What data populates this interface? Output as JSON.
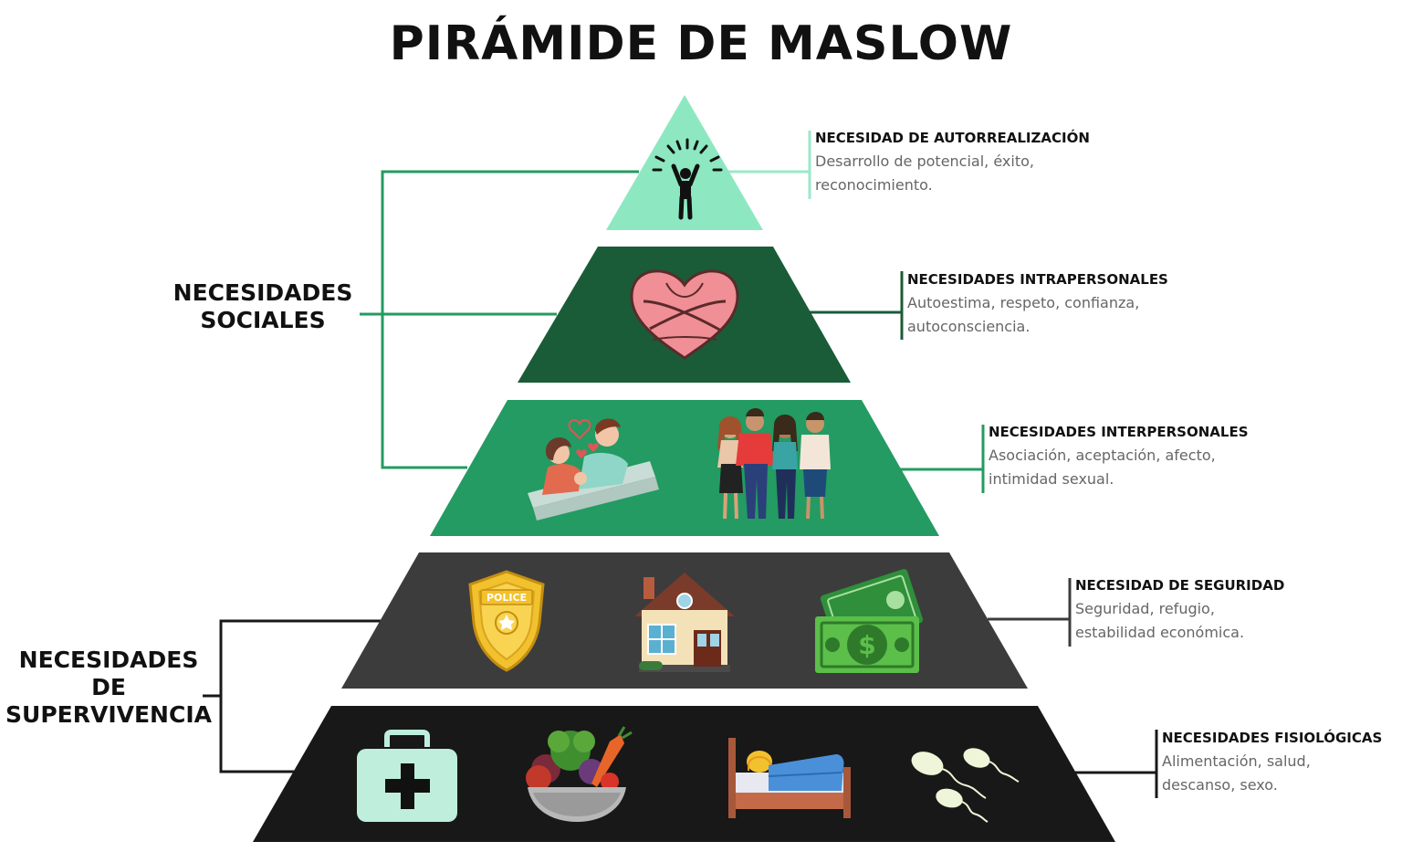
{
  "title": "PIRÁMIDE DE MASLOW",
  "groups": {
    "sociales": [
      "NECESIDADES",
      "SOCIALES"
    ],
    "supervivencia": [
      "NECESIDADES",
      "DE",
      "SUPERVIVENCIA"
    ]
  },
  "levels": [
    {
      "title": "NECESIDAD DE AUTORREALIZACIÓN",
      "lines": [
        "Desarrollo de potencial, éxito,",
        "reconocimiento."
      ],
      "color": "#8de8c2",
      "icons": [
        "achiever-icon"
      ]
    },
    {
      "title": "NECESIDADES INTRAPERSONALES",
      "lines": [
        "Autoestima, respeto, confianza,",
        "autoconsciencia."
      ],
      "color": "#1a5c38",
      "icons": [
        "self-hug-heart-icon"
      ]
    },
    {
      "title": "NECESIDADES INTERPERSONALES",
      "lines": [
        "Asociación, aceptación, afecto,",
        "intimidad sexual."
      ],
      "color": "#239b62",
      "icons": [
        "couple-in-love-icon",
        "group-of-friends-icon"
      ]
    },
    {
      "title": "NECESIDAD DE SEGURIDAD",
      "lines": [
        "Seguridad, refugio,",
        "estabilidad económica."
      ],
      "color": "#3c3c3c",
      "icons": [
        "police-badge-icon",
        "house-icon",
        "money-icon"
      ]
    },
    {
      "title": "NECESIDADES FISIOLÓGICAS",
      "lines": [
        "Alimentación, salud,",
        "descanso, sexo."
      ],
      "color": "#181818",
      "icons": [
        "first-aid-kit-icon",
        "food-bowl-icon",
        "bed-icon",
        "sperm-icon"
      ]
    }
  ],
  "badge_text": "POLICE"
}
